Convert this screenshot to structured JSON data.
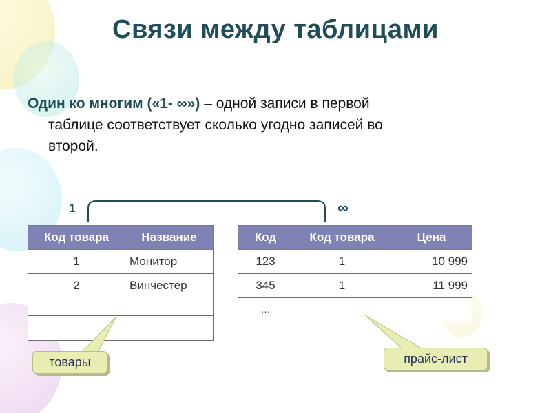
{
  "slide": {
    "title": "Связи между таблицами",
    "definition": {
      "term": "Один ко многим («1- ∞»)",
      "text_line1": " – одной записи в первой",
      "text_line2": "таблице соответствует сколько угодно записей во",
      "text_line3": "второй."
    },
    "relation": {
      "one": "1",
      "many": "∞"
    },
    "table_goods": {
      "headers": [
        "Код товара",
        "Название"
      ],
      "rows": [
        [
          "1",
          "Монитор"
        ],
        [
          "2",
          "Винчестер"
        ],
        [
          "",
          ""
        ]
      ],
      "callout": "товары"
    },
    "table_price": {
      "headers": [
        "Код",
        "Код товара",
        "Цена"
      ],
      "rows": [
        [
          "123",
          "1",
          "10 999"
        ],
        [
          "345",
          "1",
          "11 999"
        ],
        [
          "…",
          "",
          ""
        ]
      ],
      "callout": "прайс-лист"
    },
    "colors": {
      "title": "#1f4e5a",
      "table_header": "#8182b4",
      "callout_fill": "#e8edb2"
    }
  }
}
